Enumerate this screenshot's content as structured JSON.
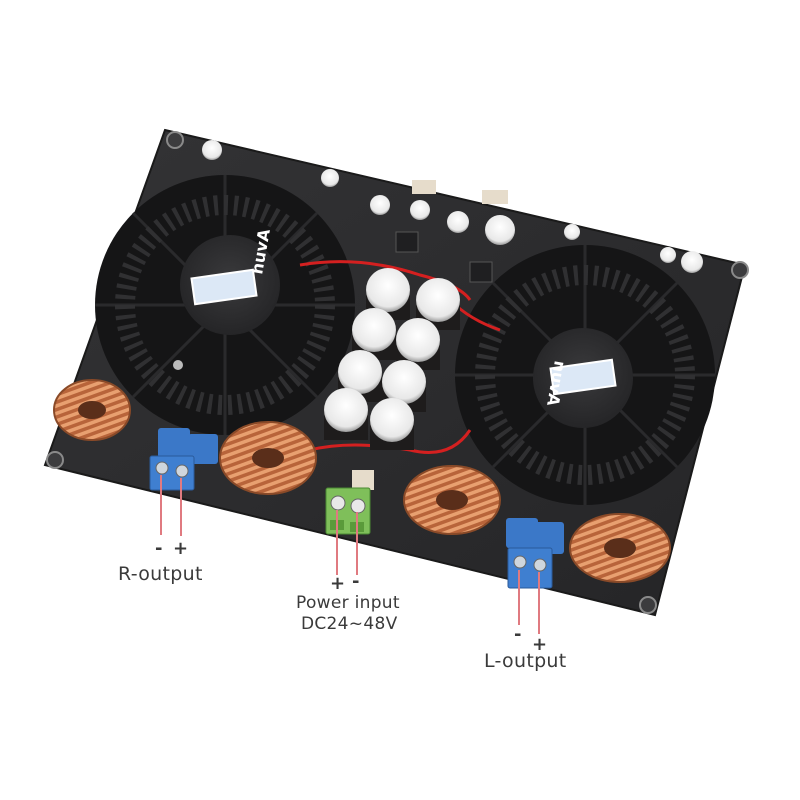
{
  "image": {
    "subject": "Dual-channel class-D stereo amplifier board with two fan-cooled heatsinks",
    "background_color": "#ffffff",
    "board_color": "#2b2b2d",
    "copper_color": "#c8764a",
    "terminal_blue": "#3f7fd0",
    "terminal_green": "#7fbf5a",
    "lead_color": "#e07a80",
    "text_color": "#3a3a3a"
  },
  "fans": [
    {
      "id": "fan-left",
      "hub_brand_text": "nuvA"
    },
    {
      "id": "fan-right",
      "hub_brand_text": "nuvA"
    }
  ],
  "labels": {
    "r_output": {
      "title": "R-output",
      "minus": "-",
      "plus": "+"
    },
    "power_input": {
      "title": "Power input",
      "subtitle": "DC24~48V",
      "plus": "+",
      "minus": "-"
    },
    "l_output": {
      "title": "L-output",
      "minus": "-",
      "plus": "+"
    }
  }
}
